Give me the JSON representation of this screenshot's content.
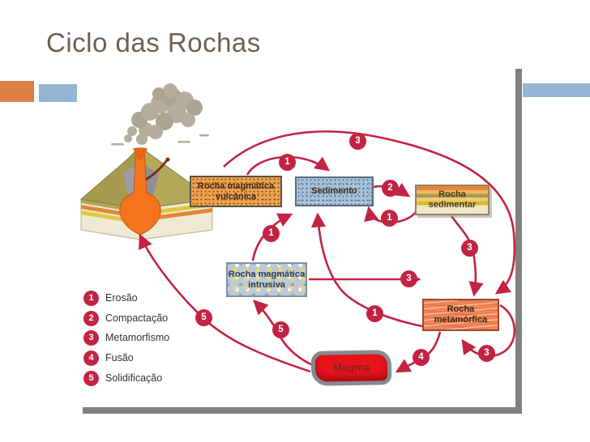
{
  "title": "Ciclo das Rochas",
  "colors": {
    "accent_orange": "#dd8047",
    "accent_blue": "#94b6d2",
    "frame_gray": "#808080",
    "arrow_red": "#c22342"
  },
  "boxes": {
    "vulcanica": {
      "label": "Rocha magmática\nvulcânica"
    },
    "sedimento": {
      "label": "Sedimento"
    },
    "sedimentar": {
      "label": "Rocha\nsedimentar"
    },
    "intrusiva": {
      "label": "Rocha magmática\nintrusiva"
    },
    "metamorfica": {
      "label": "Rocha\nmetamórfica"
    },
    "magma": {
      "label": "Magma"
    }
  },
  "arrows": [
    {
      "from": "rocha-magmatica-vulcanica",
      "to": "sedimento",
      "badge": "1"
    },
    {
      "from": "rocha-magmatica-vulcanica",
      "to": "rocha-metamorfica",
      "badge": "3"
    },
    {
      "from": "sedimento",
      "to": "rocha-sedimentar",
      "badge": "2"
    },
    {
      "from": "rocha-sedimentar",
      "to": "sedimento",
      "badge": "1"
    },
    {
      "from": "rocha-sedimentar",
      "to": "rocha-metamorfica",
      "badge": "3"
    },
    {
      "from": "rocha-magmatica-intrusiva",
      "to": "sedimento",
      "badge": "1"
    },
    {
      "from": "rocha-magmatica-intrusiva",
      "to": "rocha-metamorfica",
      "badge": "3"
    },
    {
      "from": "rocha-metamorfica",
      "to": "sedimento",
      "badge": "1"
    },
    {
      "from": "rocha-metamorfica",
      "to": "rocha-metamorfica",
      "badge": "3"
    },
    {
      "from": "rocha-metamorfica",
      "to": "magma",
      "badge": "4"
    },
    {
      "from": "magma",
      "to": "rocha-magmatica-intrusiva",
      "badge": "5"
    },
    {
      "from": "magma",
      "to": "vulcao",
      "badge": "5"
    }
  ],
  "legend": [
    {
      "n": "1",
      "label": "Erosão"
    },
    {
      "n": "2",
      "label": "Compactação"
    },
    {
      "n": "3",
      "label": "Metamorfismo"
    },
    {
      "n": "4",
      "label": "Fusão"
    },
    {
      "n": "5",
      "label": "Solidificação"
    }
  ]
}
